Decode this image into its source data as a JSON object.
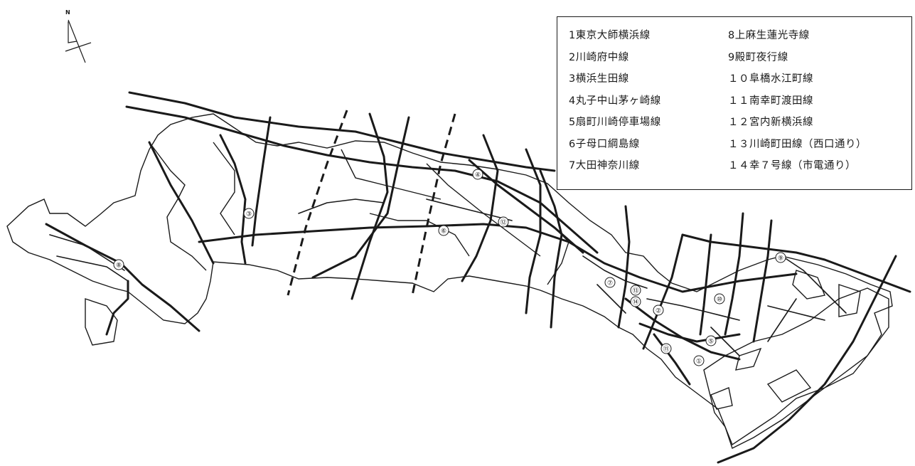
{
  "compass": {
    "label": "N",
    "icon": "north-arrow-icon"
  },
  "legend": {
    "left": [
      "1東京大師横浜線",
      "2川崎府中線",
      "3横浜生田線",
      "4丸子中山茅ヶ崎線",
      "5扇町川崎停車場線",
      "6子母口綱島線",
      "7大田神奈川線"
    ],
    "right": [
      "8上麻生蓮光寺線",
      "9殿町夜行線",
      "１０阜橋水江町線",
      "１１南幸町渡田線",
      "１２宮内新横浜線",
      "１３川崎町田線（西口通り）",
      "１４幸７号線（市電通り）"
    ]
  },
  "route_markers": [
    "①",
    "②",
    "③",
    "④",
    "⑤",
    "⑥",
    "⑦",
    "⑧",
    "⑨",
    "⑩",
    "⑪",
    "⑫",
    "⑬",
    "⑭"
  ]
}
